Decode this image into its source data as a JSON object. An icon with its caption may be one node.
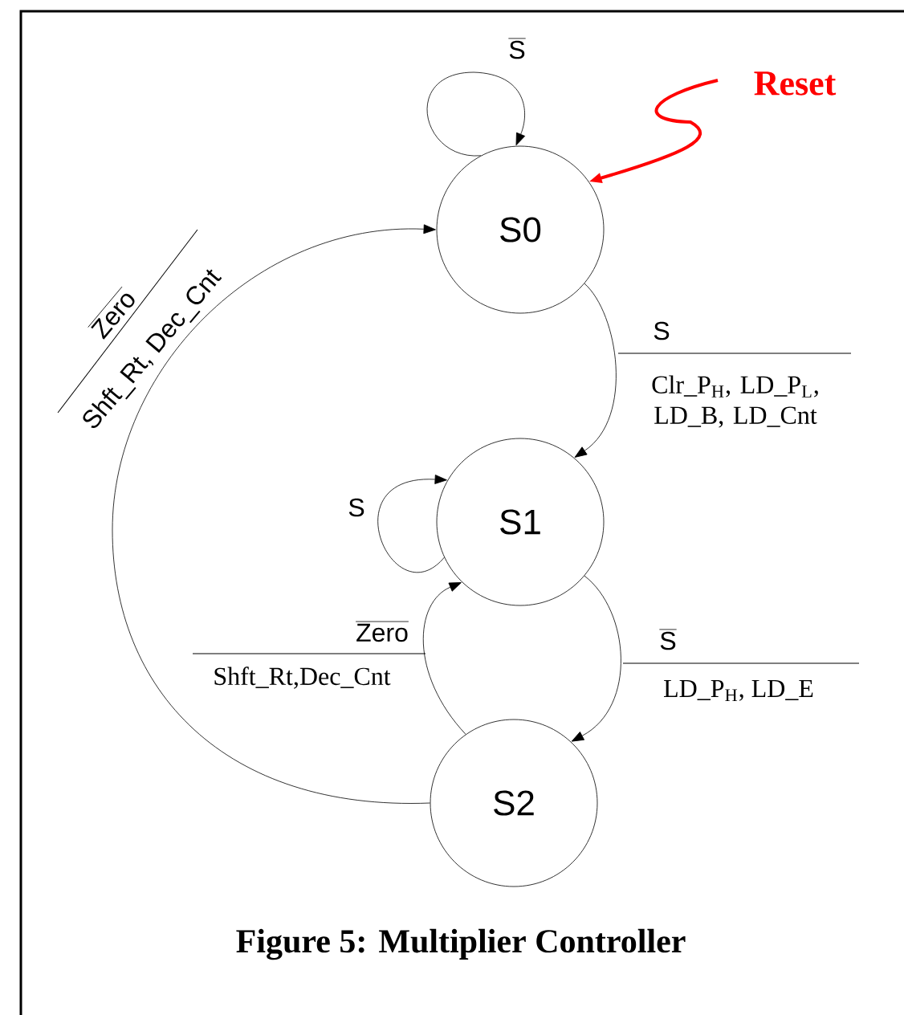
{
  "diagram": {
    "caption": "Figure 5: Multiplier Controller",
    "nodes": [
      {
        "text": [
          "S0"
        ]
      },
      {
        "text": [
          "S1"
        ]
      },
      {
        "text": [
          "S2"
        ]
      }
    ],
    "edges": [
      {
        "from": 0,
        "to": 0,
        "arrow": "to",
        "label": "\\overline{\\mathsf{S}}"
      },
      {
        "from": 0,
        "to": 1,
        "arrow": "to",
        "label": "\\mathsf{S}"
      },
      {
        "from": 1,
        "to": 1,
        "arrow": "to",
        "label": "\\mathsf{S}"
      },
      {
        "from": 1,
        "to": 2,
        "arrow": "to",
        "label": "\\overline{\\mathsf{S}}"
      },
      {
        "from": 2,
        "to": 1,
        "arrow": "to",
        "label": "\\overline{\\mathsf{Zero}}"
      },
      {
        "from": 2,
        "to": 0,
        "arrow": "to",
        "label": "\\overline{\\mathsf{Zero}}"
      },
      {
        "from": null,
        "to": 0,
        "arrow": "to",
        "label": "Reset",
        "style": "thick",
        "color": "#ff0000"
      }
    ],
    "labels": [
      "Shft_Rt, Dec_Cnt",
      "Clr_P$_{H}$, LD_P$_{L}$, LD_B, LD_Cnt",
      "Shft_Rt,Dec_Cnt",
      "LD_P$_{H}$, LD_E"
    ]
  }
}
